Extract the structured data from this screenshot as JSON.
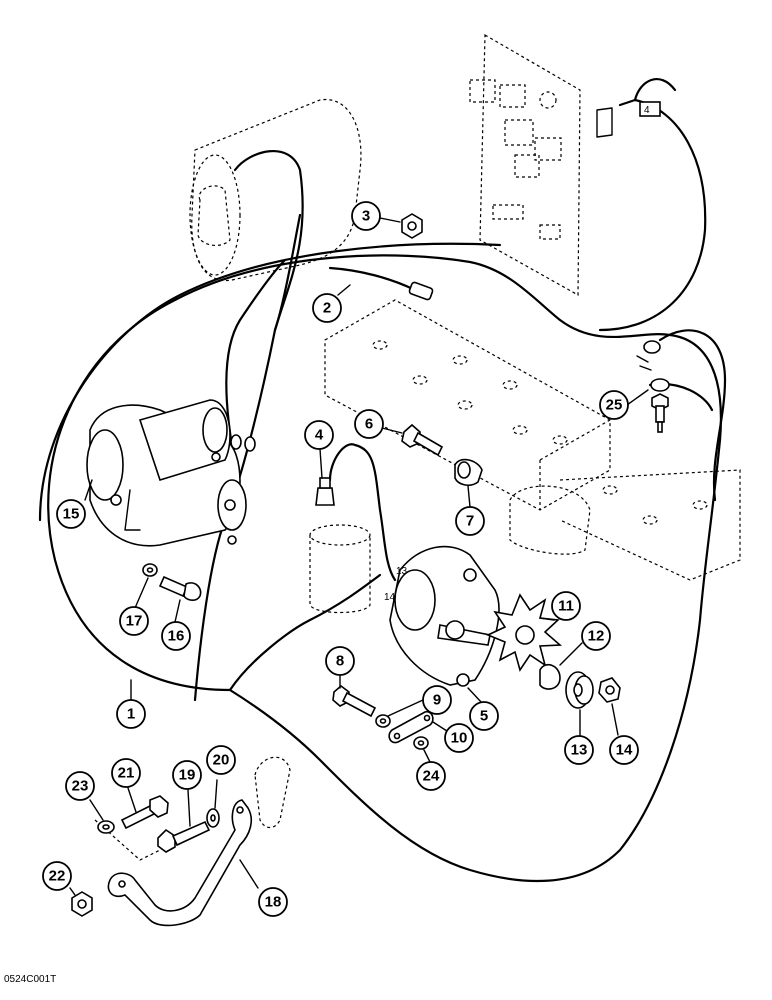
{
  "figure_code": "0524C001T",
  "wire_numbers": [
    "13",
    "14"
  ],
  "connector_tag": "4",
  "callouts": [
    {
      "num": "1"
    },
    {
      "num": "2"
    },
    {
      "num": "3"
    },
    {
      "num": "4"
    },
    {
      "num": "5"
    },
    {
      "num": "6"
    },
    {
      "num": "7"
    },
    {
      "num": "8"
    },
    {
      "num": "9"
    },
    {
      "num": "10"
    },
    {
      "num": "11"
    },
    {
      "num": "12"
    },
    {
      "num": "13"
    },
    {
      "num": "14"
    },
    {
      "num": "15"
    },
    {
      "num": "16"
    },
    {
      "num": "17"
    },
    {
      "num": "18"
    },
    {
      "num": "19"
    },
    {
      "num": "20"
    },
    {
      "num": "21"
    },
    {
      "num": "22"
    },
    {
      "num": "23"
    },
    {
      "num": "24"
    },
    {
      "num": "25"
    }
  ]
}
